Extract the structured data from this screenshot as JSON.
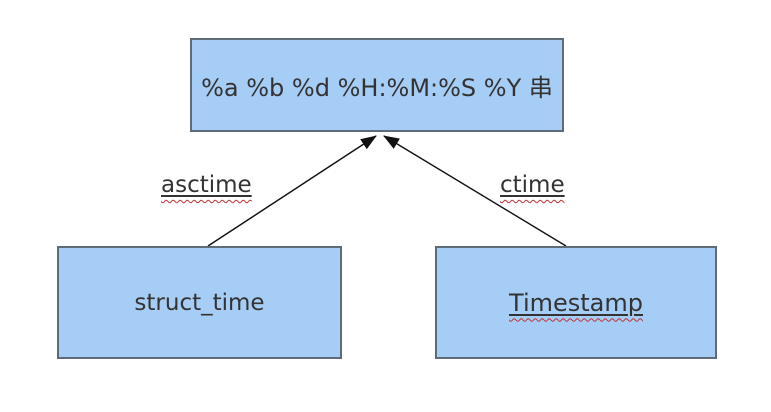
{
  "diagram": {
    "nodes": {
      "format_string": {
        "label": "%a %b %d %H:%M:%S %Y 串"
      },
      "struct_time": {
        "label": "struct_time"
      },
      "timestamp": {
        "label": "Timestamp"
      }
    },
    "edges": [
      {
        "label": "asctime",
        "from": "struct_time",
        "to": "format_string"
      },
      {
        "label": "ctime",
        "from": "timestamp",
        "to": "format_string"
      }
    ],
    "colors": {
      "background": "#ffffff",
      "node_fill": "#a6cdf5",
      "node_border": "#5f6b76",
      "text": "#333333",
      "arrow": "#111111",
      "spellcheck_underline": "#bf3030"
    }
  }
}
